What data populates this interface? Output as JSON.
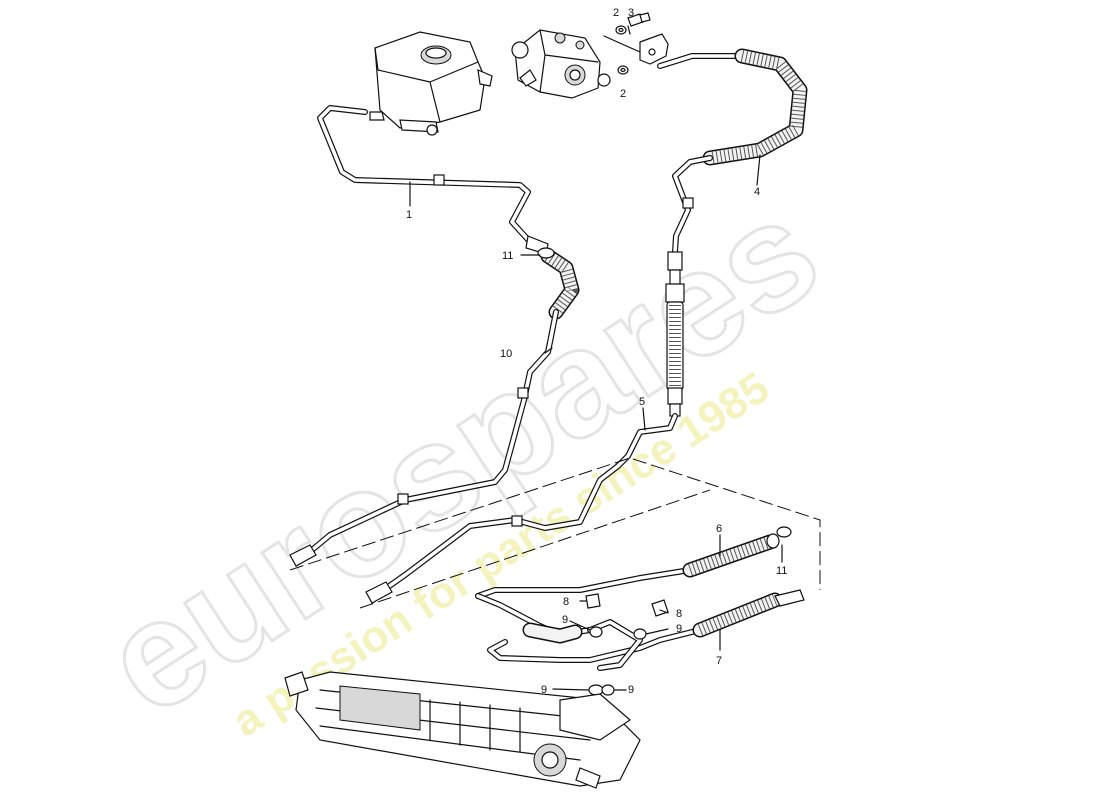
{
  "watermark": {
    "brand": "eurospares",
    "tagline": "a passion for parts since 1985"
  },
  "callouts": [
    {
      "id": "callout-1",
      "label": "1"
    },
    {
      "id": "callout-2a",
      "label": "2"
    },
    {
      "id": "callout-2b",
      "label": "2"
    },
    {
      "id": "callout-3",
      "label": "3"
    },
    {
      "id": "callout-4",
      "label": "4"
    },
    {
      "id": "callout-5",
      "label": "5"
    },
    {
      "id": "callout-6",
      "label": "6"
    },
    {
      "id": "callout-7",
      "label": "7"
    },
    {
      "id": "callout-8a",
      "label": "8"
    },
    {
      "id": "callout-8b",
      "label": "8"
    },
    {
      "id": "callout-9a",
      "label": "9"
    },
    {
      "id": "callout-9b",
      "label": "9"
    },
    {
      "id": "callout-9c",
      "label": "9"
    },
    {
      "id": "callout-9d",
      "label": "9"
    },
    {
      "id": "callout-10",
      "label": "10"
    },
    {
      "id": "callout-11a",
      "label": "11"
    },
    {
      "id": "callout-11b",
      "label": "11"
    }
  ]
}
